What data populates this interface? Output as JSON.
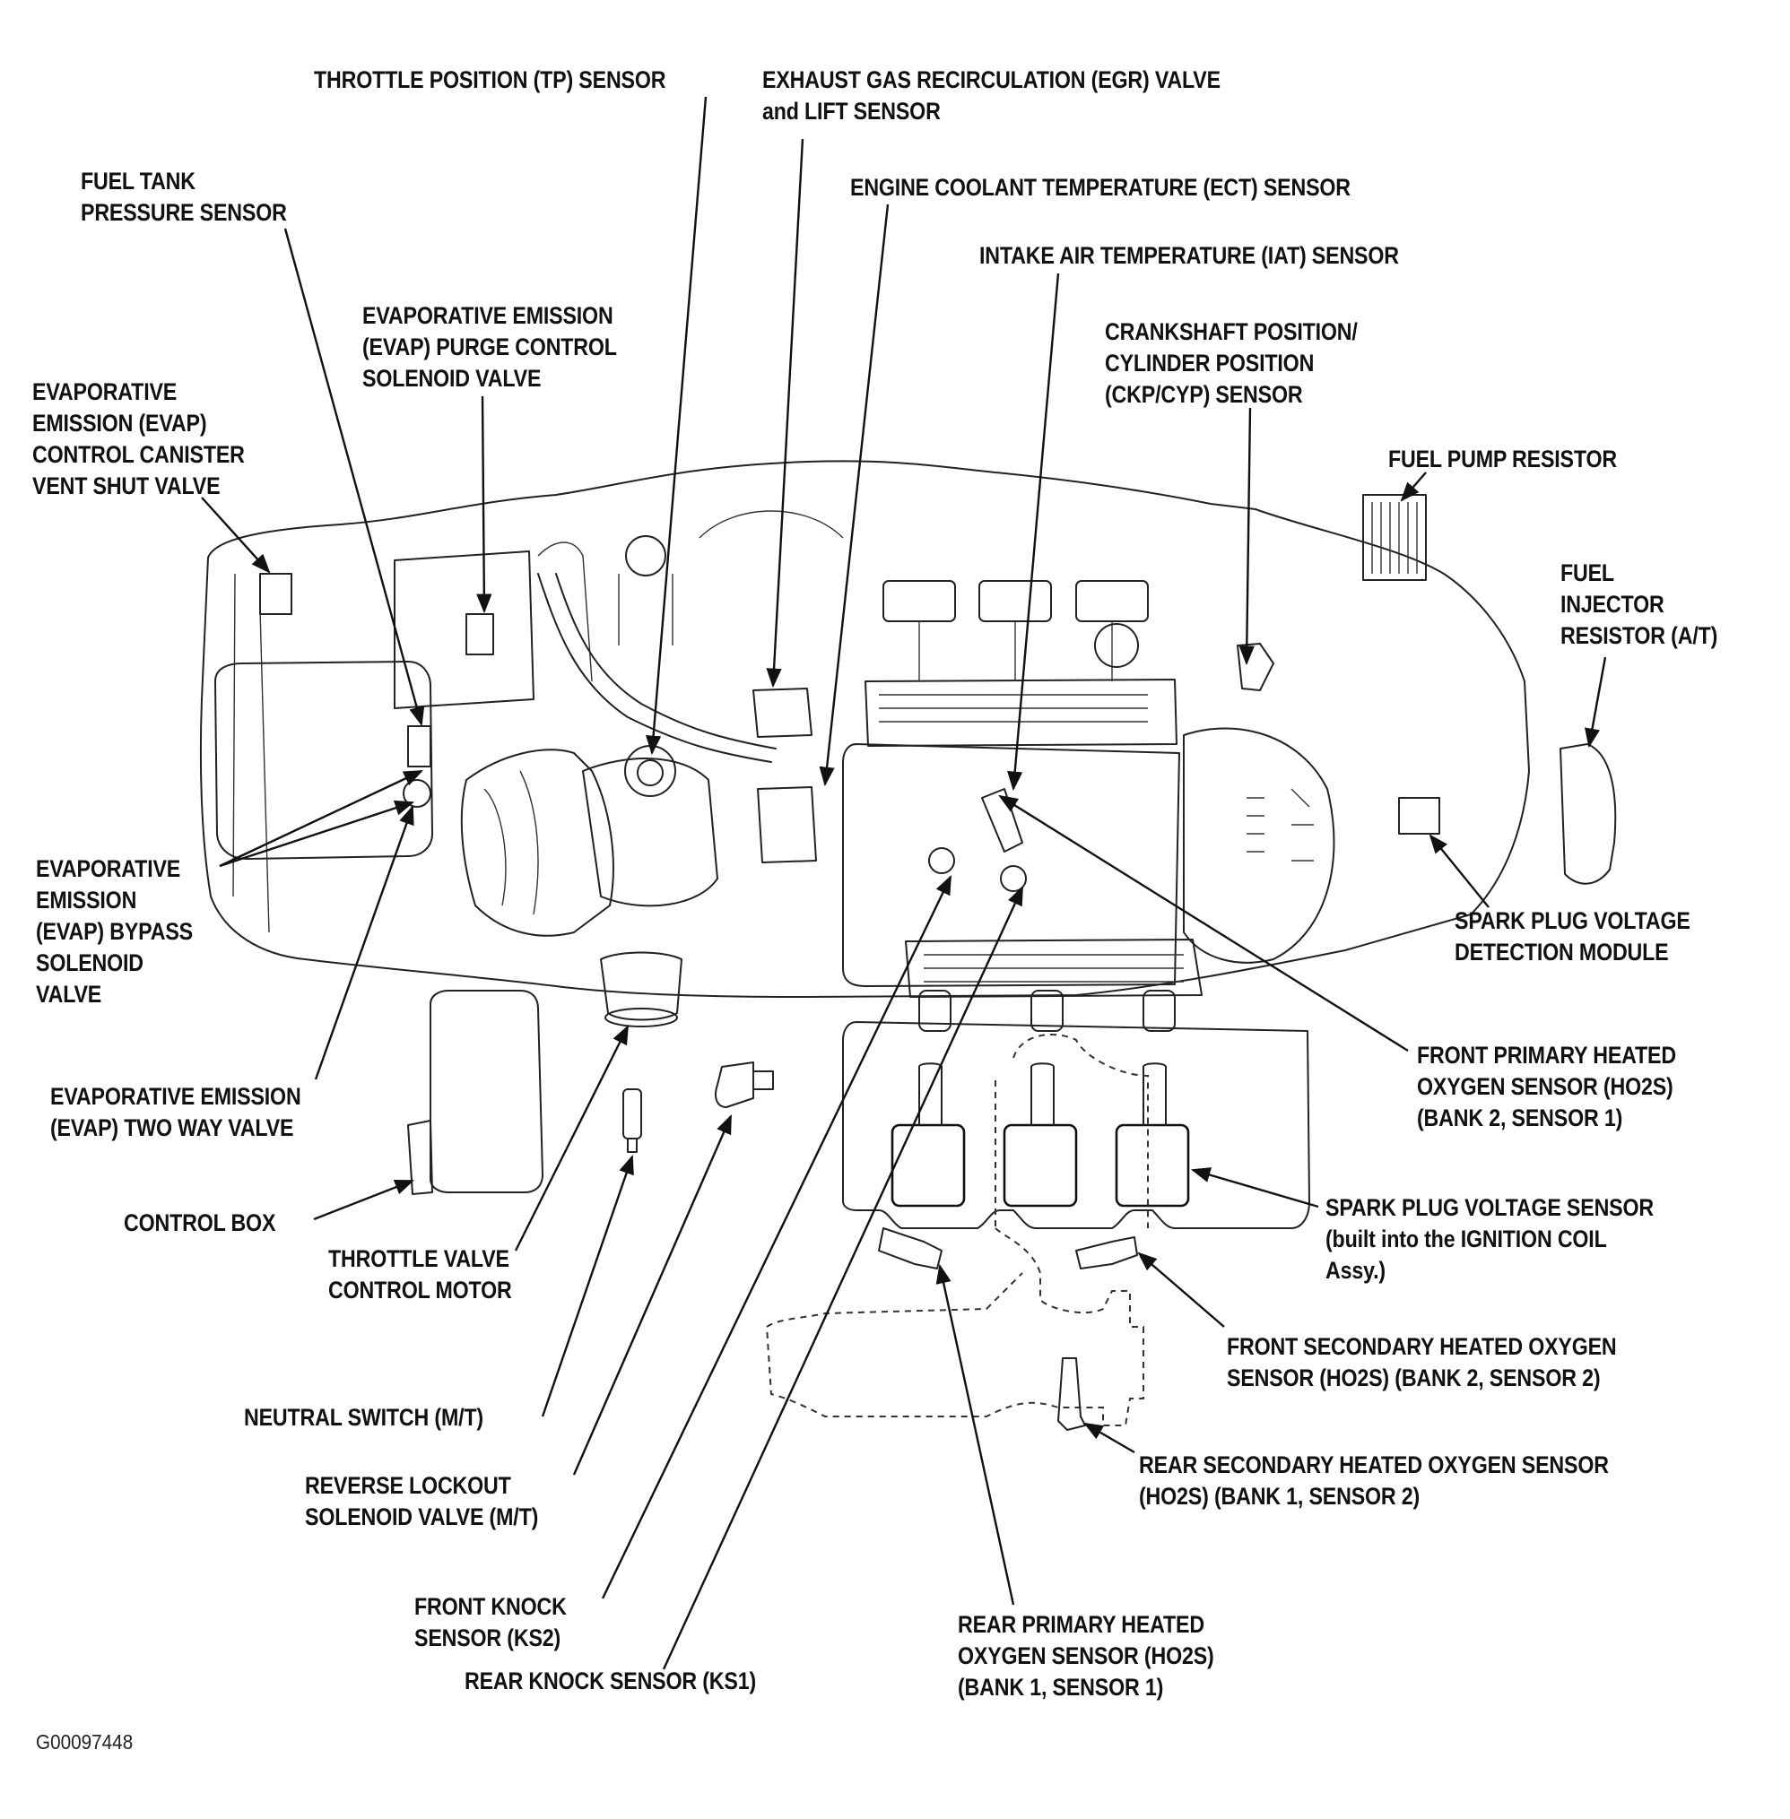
{
  "diagram": {
    "type": "component-locator",
    "subject": "Engine compartment sensors and actuators",
    "figure_id": "G00097448",
    "labels": [
      {
        "id": "tp-sensor",
        "lines": [
          "THROTTLE POSITION (TP) SENSOR"
        ]
      },
      {
        "id": "egr-valve",
        "lines": [
          "EXHAUST GAS RECIRCULATION (EGR) VALVE",
          "and LIFT SENSOR"
        ]
      },
      {
        "id": "fuel-tank-pressure-sensor",
        "lines": [
          "FUEL TANK",
          "PRESSURE SENSOR"
        ]
      },
      {
        "id": "ect-sensor",
        "lines": [
          "ENGINE COOLANT TEMPERATURE (ECT) SENSOR"
        ]
      },
      {
        "id": "iat-sensor",
        "lines": [
          "INTAKE AIR TEMPERATURE (IAT) SENSOR"
        ]
      },
      {
        "id": "evap-purge-valve",
        "lines": [
          "EVAPORATIVE EMISSION",
          "(EVAP) PURGE CONTROL",
          "SOLENOID VALVE"
        ]
      },
      {
        "id": "evap-vent-shut-valve",
        "lines": [
          "EVAPORATIVE",
          "EMISSION (EVAP)",
          "CONTROL CANISTER",
          "VENT SHUT VALVE"
        ]
      },
      {
        "id": "ckp-cyp-sensor",
        "lines": [
          "CRANKSHAFT POSITION/",
          "CYLINDER POSITION",
          "(CKP/CYP) SENSOR"
        ]
      },
      {
        "id": "fuel-pump-resistor",
        "lines": [
          "FUEL PUMP RESISTOR"
        ]
      },
      {
        "id": "fuel-injector-resistor",
        "lines": [
          "FUEL",
          "INJECTOR",
          "RESISTOR (A/T)"
        ]
      },
      {
        "id": "evap-bypass-valve",
        "lines": [
          "EVAPORATIVE",
          "EMISSION",
          "(EVAP) BYPASS",
          "SOLENOID",
          "VALVE"
        ]
      },
      {
        "id": "spark-plug-voltage-module",
        "lines": [
          "SPARK PLUG VOLTAGE",
          "DETECTION MODULE"
        ]
      },
      {
        "id": "front-primary-ho2s",
        "lines": [
          "FRONT PRIMARY HEATED",
          "OXYGEN SENSOR (HO2S)",
          "(BANK 2, SENSOR 1)"
        ]
      },
      {
        "id": "evap-two-way-valve",
        "lines": [
          "EVAPORATIVE EMISSION",
          "(EVAP) TWO WAY VALVE"
        ]
      },
      {
        "id": "control-box",
        "lines": [
          "CONTROL BOX"
        ]
      },
      {
        "id": "throttle-valve-motor",
        "lines": [
          "THROTTLE VALVE",
          "CONTROL MOTOR"
        ]
      },
      {
        "id": "spark-plug-voltage-sensor",
        "lines": [
          "SPARK PLUG VOLTAGE SENSOR",
          "(built into the IGNITION COIL",
          "Assy.)"
        ]
      },
      {
        "id": "front-secondary-ho2s",
        "lines": [
          "FRONT SECONDARY HEATED OXYGEN",
          "SENSOR (HO2S) (BANK 2, SENSOR 2)"
        ]
      },
      {
        "id": "neutral-switch",
        "lines": [
          "NEUTRAL SWITCH (M/T)"
        ]
      },
      {
        "id": "rear-secondary-ho2s",
        "lines": [
          "REAR SECONDARY HEATED OXYGEN SENSOR",
          "(HO2S) (BANK 1, SENSOR 2)"
        ]
      },
      {
        "id": "reverse-lockout-valve",
        "lines": [
          "REVERSE LOCKOUT",
          "SOLENOID VALVE (M/T)"
        ]
      },
      {
        "id": "front-knock-sensor",
        "lines": [
          "FRONT KNOCK",
          "SENSOR (KS2)"
        ]
      },
      {
        "id": "rear-primary-ho2s",
        "lines": [
          "REAR PRIMARY HEATED",
          "OXYGEN SENSOR (HO2S)",
          "(BANK 1, SENSOR 1)"
        ]
      },
      {
        "id": "rear-knock-sensor",
        "lines": [
          "REAR KNOCK SENSOR (KS1)"
        ]
      }
    ]
  }
}
